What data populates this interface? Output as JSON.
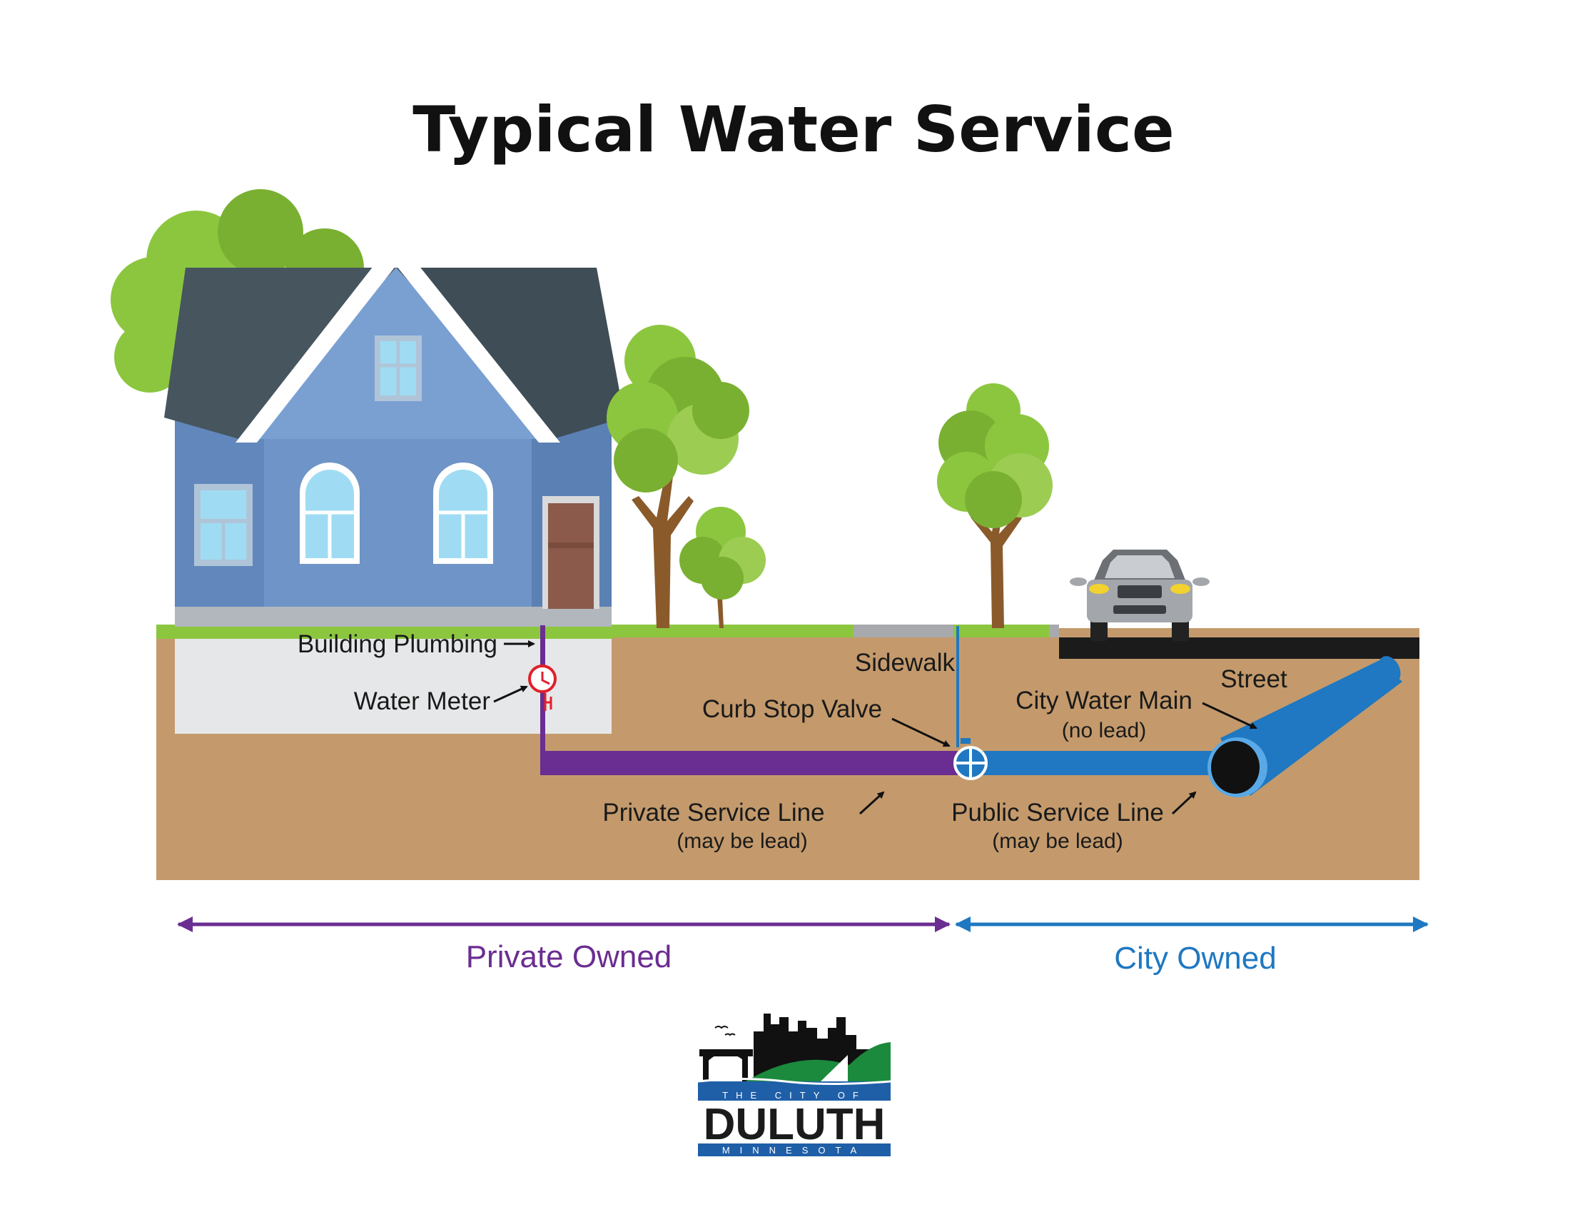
{
  "title": "Typical Water Service",
  "labels": {
    "building_plumbing": "Building Plumbing",
    "water_meter": "Water Meter",
    "sidewalk": "Sidewalk",
    "street": "Street",
    "curb_stop_valve": "Curb Stop Valve",
    "city_water_main": "City Water Main",
    "city_water_main_note": "(no lead)",
    "private_service_line": "Private Service Line",
    "private_service_line_note": "(may be lead)",
    "public_service_line": "Public Service Line",
    "public_service_line_note": "(may be lead)"
  },
  "ownership": {
    "private": "Private Owned",
    "city": "City Owned"
  },
  "logo": {
    "top_text": "THE CITY OF",
    "name": "DULUTH",
    "state": "MINNESOTA"
  },
  "colors": {
    "private": "#6a2d91",
    "city": "#1f78c1",
    "soil": "#c49a6c",
    "house": "#7097c8",
    "roof": "#46555e",
    "tree_green": "#8cc63f",
    "trunk": "#8b5a2b",
    "street": "#1b1b1b",
    "meter": "#e0202a"
  }
}
